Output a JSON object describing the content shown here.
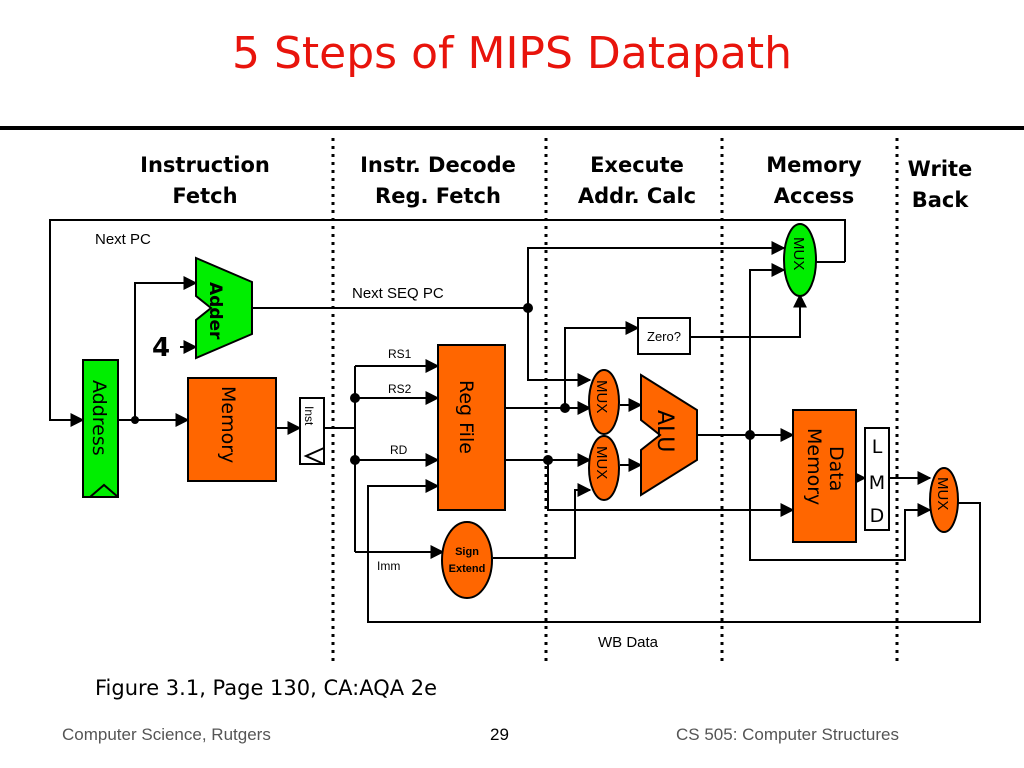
{
  "slide": {
    "title": "5 Steps of MIPS Datapath",
    "caption": "Figure 3.1, Page 130, CA:AQA 2e",
    "footer_left": "Computer Science, Rutgers",
    "page_number": "29",
    "footer_right": "CS 505: Computer Structures"
  },
  "stages": [
    {
      "line1": "Instruction",
      "line2": "Fetch"
    },
    {
      "line1": "Instr. Decode",
      "line2": "Reg. Fetch"
    },
    {
      "line1": "Execute",
      "line2": "Addr. Calc"
    },
    {
      "line1": "Memory",
      "line2": "Access"
    },
    {
      "line1": "Write",
      "line2": "Back"
    }
  ],
  "units": {
    "adder": "Adder",
    "four": "4",
    "address": "Address",
    "memory": "Memory",
    "inst": "Inst",
    "reg_file": "Reg File",
    "sign_extend_1": "Sign",
    "sign_extend_2": "Extend",
    "alu": "ALU",
    "zero": "Zero?",
    "data_memory_1": "Data",
    "data_memory_2": "Memory",
    "lmd_l": "L",
    "lmd_m": "M",
    "lmd_d": "D",
    "mux": "MUX"
  },
  "labels": {
    "next_pc": "Next PC",
    "next_seq_pc": "Next SEQ PC",
    "rs1": "RS1",
    "rs2": "RS2",
    "rd": "RD",
    "imm": "Imm",
    "wb_data": "WB Data"
  },
  "colors": {
    "title": "#e8140c",
    "unit_orange": "#ff6600",
    "unit_green": "#00ee00"
  }
}
